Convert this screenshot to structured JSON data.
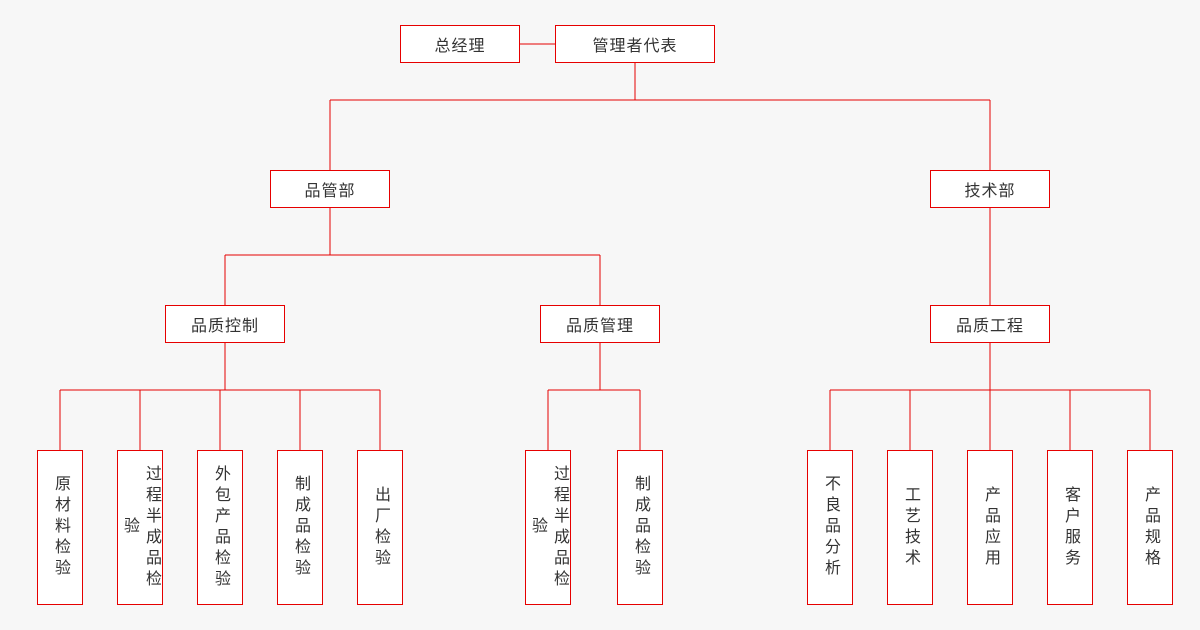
{
  "org_chart": {
    "root": {
      "label": "总经理"
    },
    "representative": {
      "label": "管理者代表"
    },
    "departments": [
      {
        "label": "品管部"
      },
      {
        "label": "技术部"
      }
    ],
    "sections": [
      {
        "label": "品质控制"
      },
      {
        "label": "品质管理"
      },
      {
        "label": "品质工程"
      }
    ],
    "leaves": {
      "quality_control": [
        "原材料检验",
        "过程半成品检验",
        "外包产品检验",
        "制成品检验",
        "出厂检验"
      ],
      "quality_management": [
        "过程半成品检验",
        "制成品检验"
      ],
      "quality_engineering": [
        "不良品分析",
        "工艺技术",
        "产品应用",
        "客户服务",
        "产品规格"
      ]
    }
  },
  "colors": {
    "line": "#e60000",
    "box_fill": "#ffffff",
    "background": "#f7f7f7",
    "text": "#333333"
  }
}
